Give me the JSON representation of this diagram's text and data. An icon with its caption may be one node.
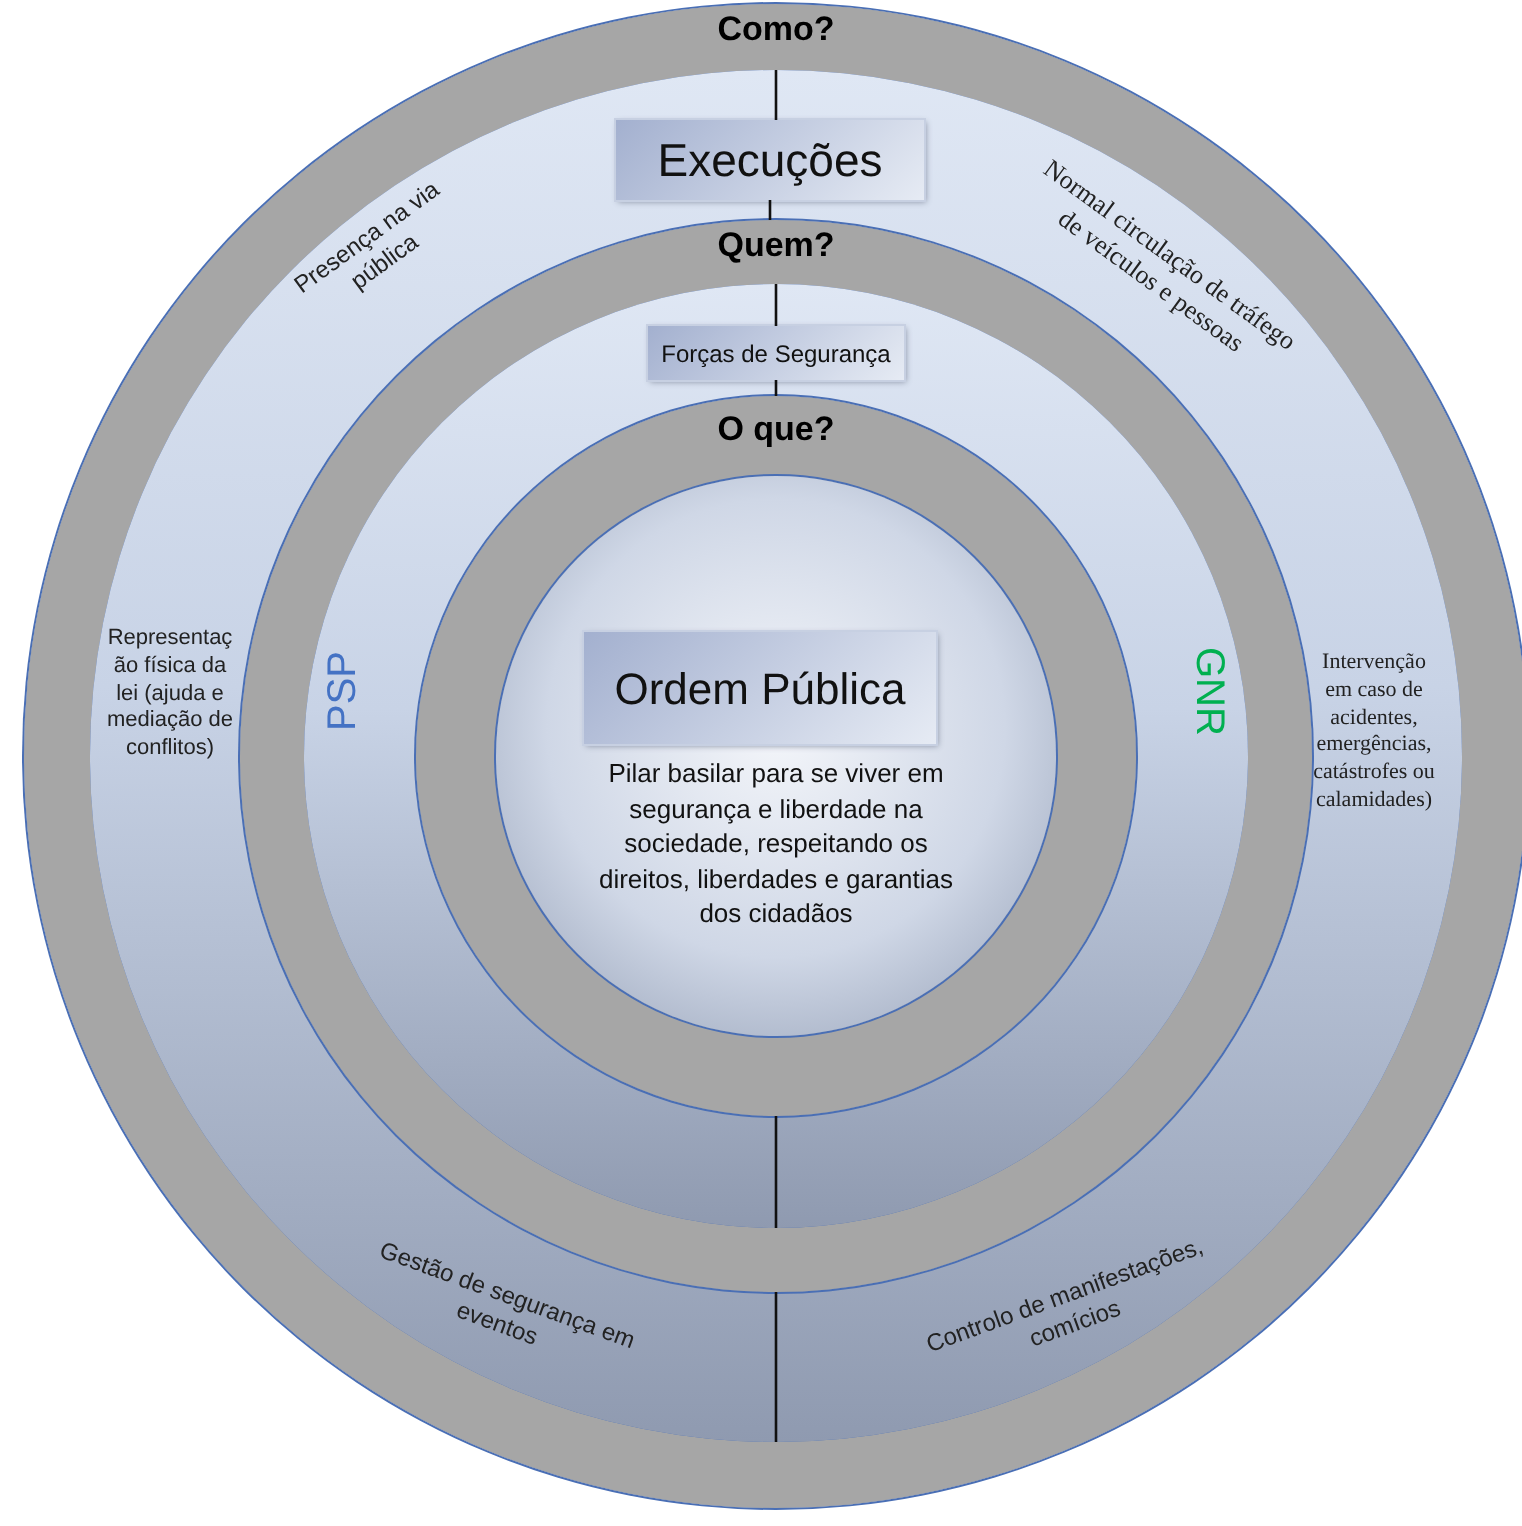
{
  "diagram": {
    "nodes": [
      {
        "text": [
          "Como?"
        ]
      },
      {
        "text": [
          "Execuções"
        ],
        "in": 0
      },
      {
        "text": [
          "Quem?"
        ],
        "in": 0
      },
      {
        "text": [
          "Forças de Segurança"
        ],
        "in": 2
      },
      {
        "text": [
          "O que?"
        ],
        "in": 2
      },
      {
        "text": [
          "Pilar basilar para se viver em segurança e liberdade na sociedade, respeitando os direitos, liberdades e garantias dos cidadãos"
        ],
        "in": 4
      },
      {
        "text": [
          "Ordem Pública"
        ],
        "in": 5
      }
    ],
    "edges": [
      {
        "from": 1,
        "to": 2,
        "arrow": "none"
      },
      {
        "from": 3,
        "to": 4,
        "arrow": "none"
      }
    ],
    "labels": [
      "Presença na via pública",
      "Normal circulação de tráfego de veículos e pessoas",
      "Representação física da lei (ajuda e mediação de conflitos)",
      "PSP",
      "GNR",
      "Intervenção em caso de acidentes, emergências, catástrofes ou calamidades)",
      "Gestão de segurança em eventos",
      "Controlo de manifestações, comícios"
    ]
  }
}
